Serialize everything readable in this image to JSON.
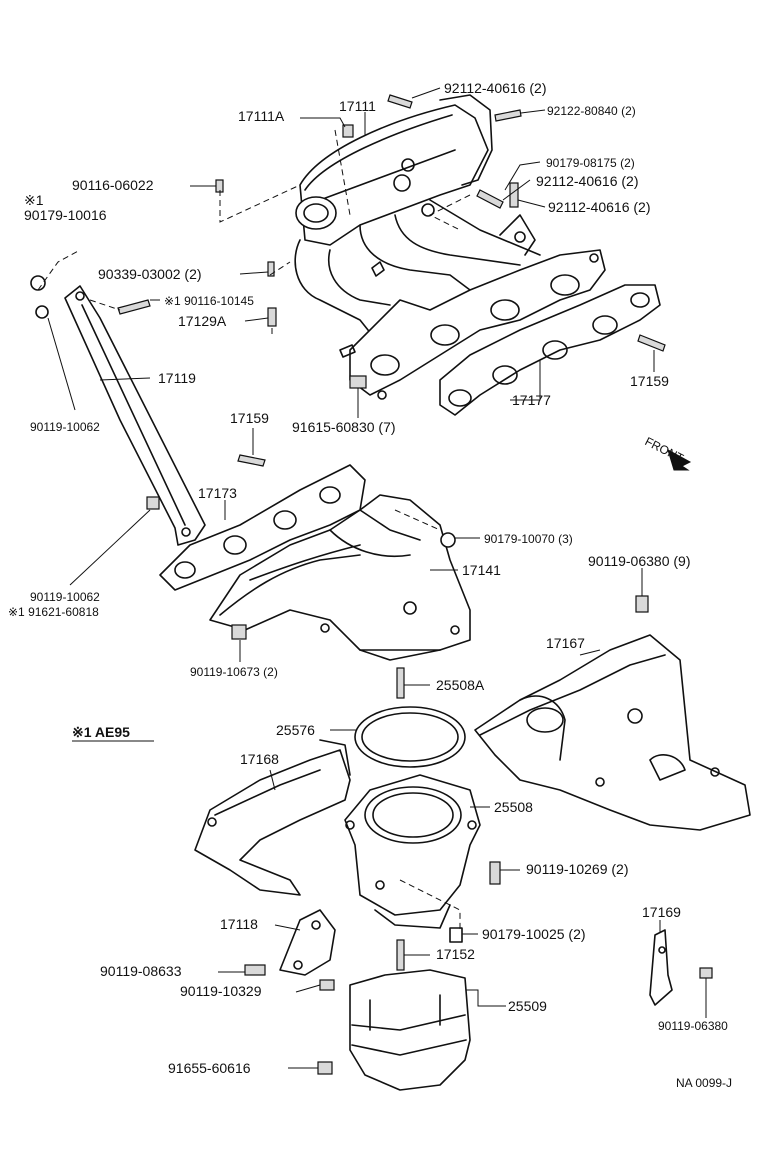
{
  "labels": {
    "p92112_40616_top": "92112-40616 (2)",
    "p92122_80840": "92122-80840 (2)",
    "p17111A": "17111A",
    "p17111": "17111",
    "p90116_06022": "90116-06022",
    "note_mark_1": "※1",
    "p90179_10016": "90179-10016",
    "p90179_08175": "90179-08175 (2)",
    "p92112_40616_mid": "92112-40616 (2)",
    "p92112_40616_low": "92112-40616 (2)",
    "p90339_03002": "90339-03002 (2)",
    "p90116_10145": "※1 90116-10145",
    "p17129A": "17129A",
    "p17119": "17119",
    "p17159_right": "17159",
    "p90119_10062_top": "90119-10062",
    "p17177": "17177",
    "p91615_60830": "91615-60830 (7)",
    "front": "FRONT",
    "p17159_left": "17159",
    "p17173": "17173",
    "p90179_10070": "90179-10070 (3)",
    "p90119_06380_9": "90119-06380 (9)",
    "p90119_10062_low": "90119-10062",
    "p91621_60818": "※1 91621-60818",
    "p17141": "17141",
    "p17167": "17167",
    "p90119_10673": "90119-10673 (2)",
    "p25508A": "25508A",
    "note_ae95": "※1 AE95",
    "p25576": "25576",
    "p17168": "17168",
    "p25508": "25508",
    "p90119_10269": "90119-10269 (2)",
    "p17169": "17169",
    "p17118": "17118",
    "p90179_10025": "90179-10025 (2)",
    "p90119_08633": "90119-08633",
    "p17152": "17152",
    "p90119_10329": "90119-10329",
    "p25509": "25509",
    "p90119_06380": "90119-06380",
    "p91655_60616": "91655-60616",
    "ref_code": "NA  0099-J"
  }
}
